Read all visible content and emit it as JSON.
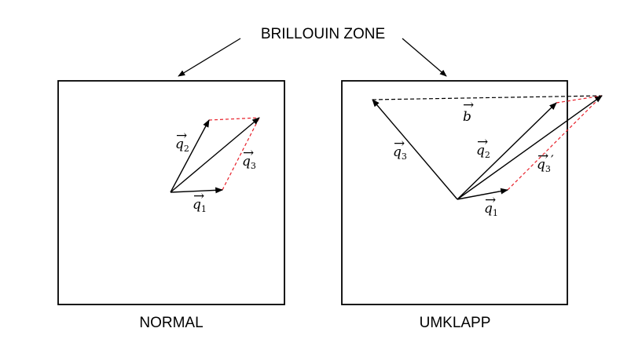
{
  "title": "BRILLOUIN ZONE",
  "panels": [
    {
      "caption": "NORMAL",
      "labels": {
        "q1": {
          "base": "q",
          "sub": "1",
          "prime": ""
        },
        "q2": {
          "base": "q",
          "sub": "2",
          "prime": ""
        },
        "q3": {
          "base": "q",
          "sub": "3",
          "prime": ""
        }
      }
    },
    {
      "caption": "UMKLAPP",
      "labels": {
        "b": {
          "base": "b",
          "sub": "",
          "prime": ""
        },
        "q1": {
          "base": "q",
          "sub": "1",
          "prime": ""
        },
        "q2": {
          "base": "q",
          "sub": "2",
          "prime": ""
        },
        "q3": {
          "base": "q",
          "sub": "3",
          "prime": ""
        },
        "q3p": {
          "base": "q",
          "sub": "3",
          "prime": "′"
        }
      }
    }
  ],
  "colors": {
    "line": "#000000",
    "dashed_red": "#e8202a",
    "dashed_black": "#000000"
  }
}
